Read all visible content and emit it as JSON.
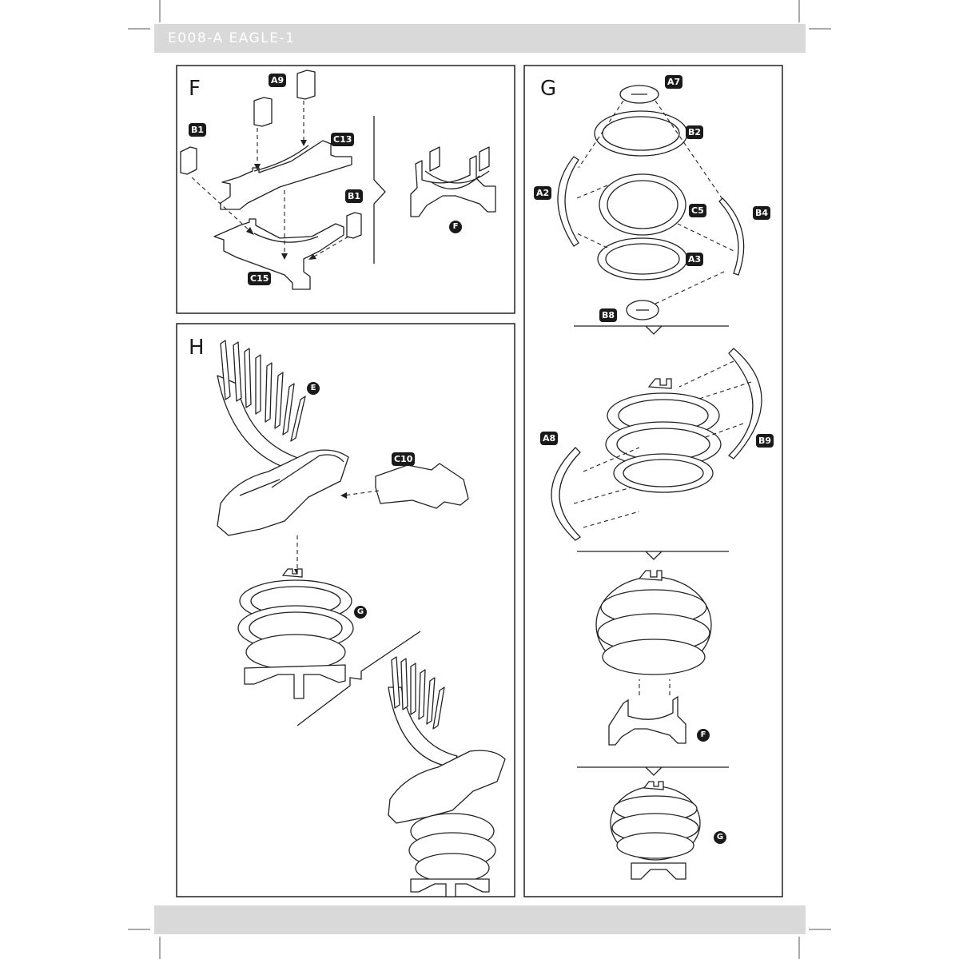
{
  "header": {
    "code": "E008-A  EAGLE-1"
  },
  "panels": {
    "F": {
      "letter": "F",
      "parts": {
        "a9": "A9",
        "b1_top": "B1",
        "c13": "C13",
        "b1_right": "B1",
        "c15": "C15"
      },
      "result": "F"
    },
    "G": {
      "letter": "G",
      "parts": {
        "a7": "A7",
        "b2": "B2",
        "a2": "A2",
        "c5": "C5",
        "b4": "B4",
        "a3": "A3",
        "b8": "B8",
        "a8": "A8",
        "b9": "B9"
      },
      "stand": "F",
      "result": "G"
    },
    "H": {
      "letter": "H",
      "parts": {
        "c10": "C10"
      },
      "wing": "E",
      "base": "G"
    }
  }
}
